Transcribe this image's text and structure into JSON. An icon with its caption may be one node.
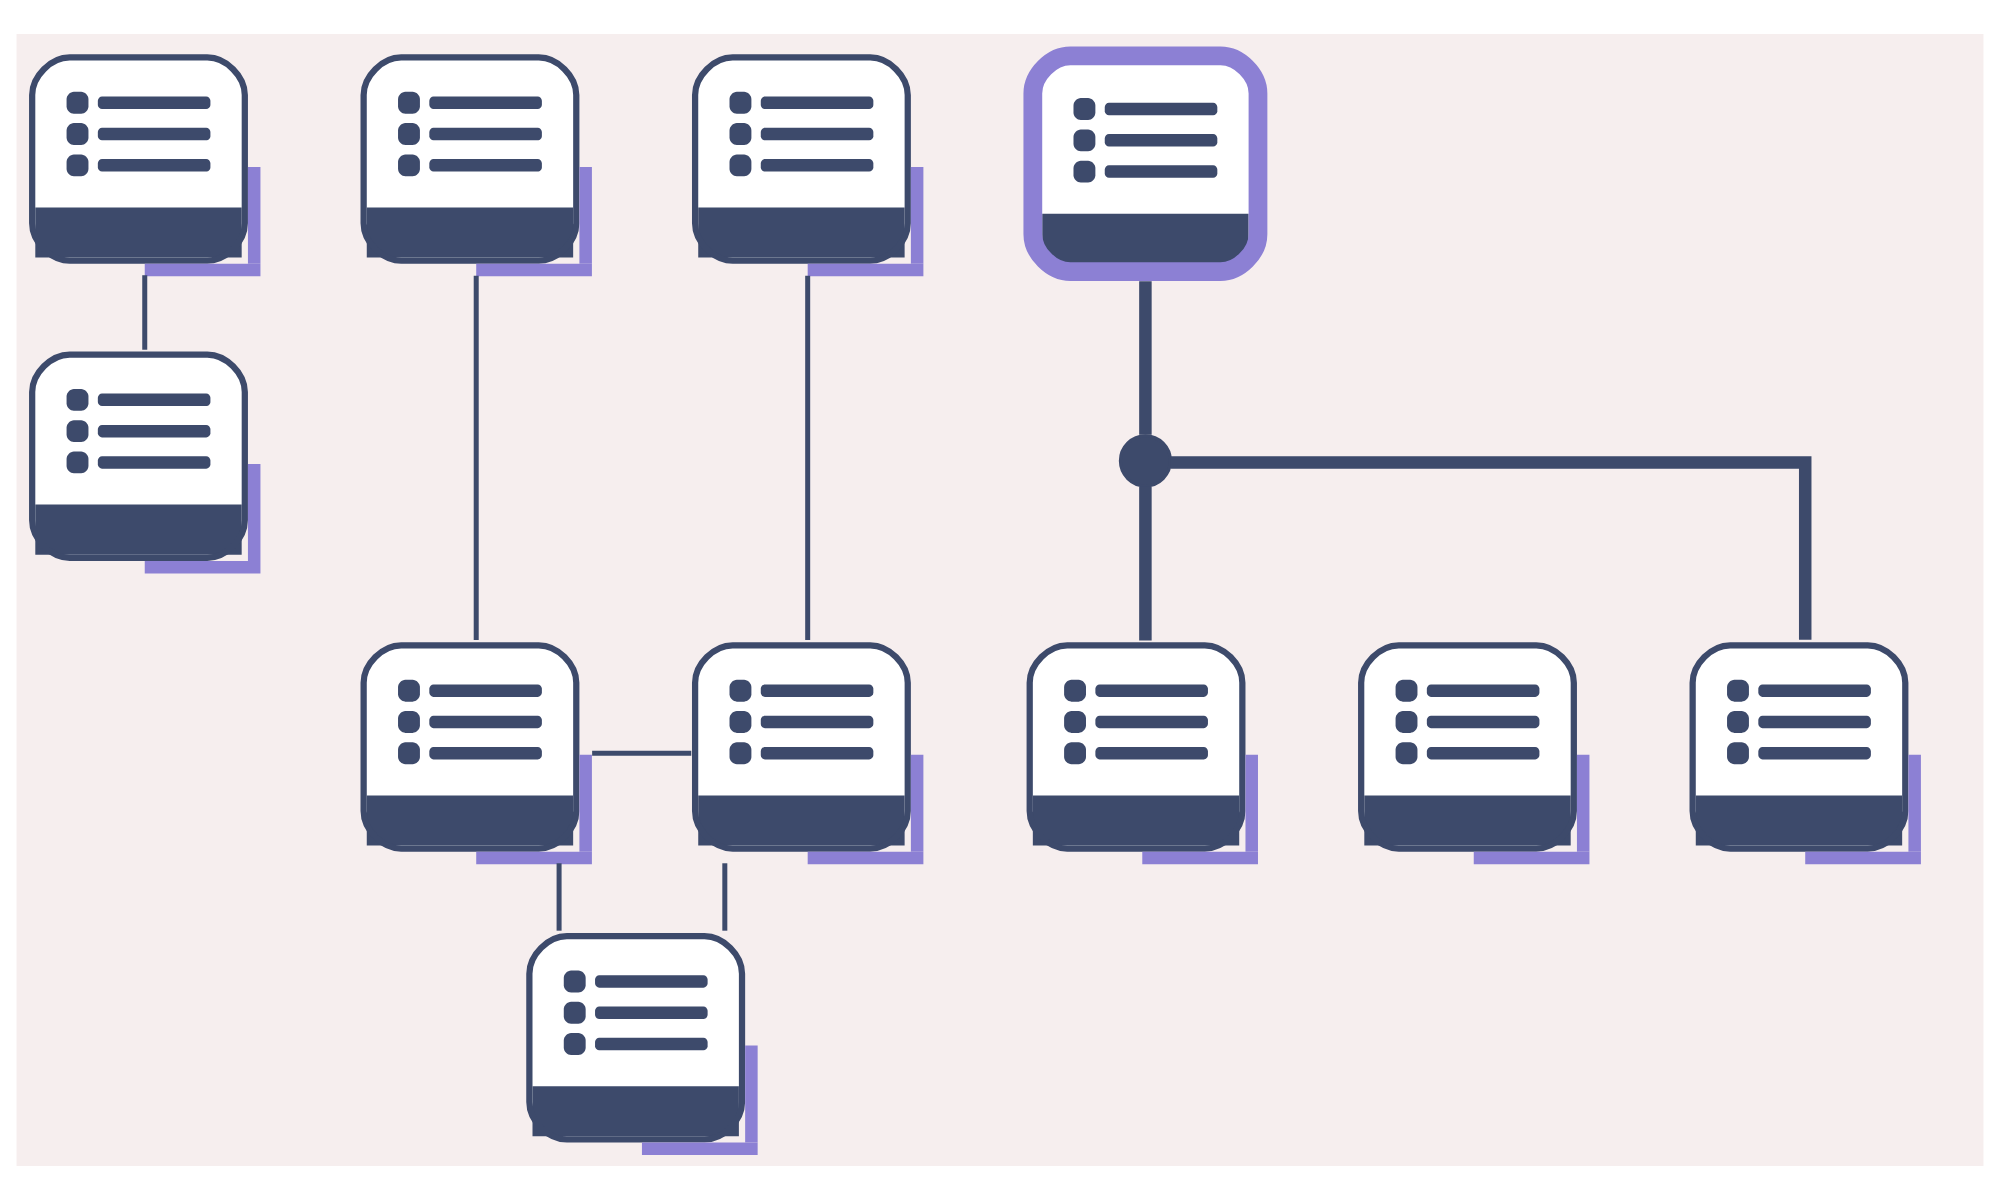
{
  "diagram": {
    "nodes": [
      {
        "text": [],
        "shape": "box"
      },
      {
        "text": [],
        "shape": "box"
      },
      {
        "text": [],
        "shape": "box"
      },
      {
        "text": [],
        "shape": "box"
      },
      {
        "text": [],
        "shape": "box"
      },
      {
        "text": [],
        "shape": "box"
      },
      {
        "text": [],
        "shape": "box"
      },
      {
        "text": [],
        "shape": "box"
      },
      {
        "text": [],
        "shape": "circle"
      },
      {
        "text": [],
        "shape": "box"
      },
      {
        "text": [],
        "shape": "box"
      },
      {
        "text": [],
        "shape": "box"
      }
    ],
    "edges": [
      {
        "from": 0,
        "to": 3,
        "arrow": "none"
      },
      {
        "from": 1,
        "to": 4,
        "arrow": "none"
      },
      {
        "from": 2,
        "to": 5,
        "arrow": "none"
      },
      {
        "from": 4,
        "to": 5,
        "arrow": "none"
      },
      {
        "from": 4,
        "to": 6,
        "arrow": "none"
      },
      {
        "from": 5,
        "to": 6,
        "arrow": "none"
      },
      {
        "from": 7,
        "to": 8,
        "arrow": "none",
        "style": "thick"
      },
      {
        "from": 8,
        "to": 9,
        "arrow": "none",
        "style": "thick"
      },
      {
        "from": 8,
        "to": 11,
        "arrow": "none",
        "style": "thick"
      }
    ]
  }
}
